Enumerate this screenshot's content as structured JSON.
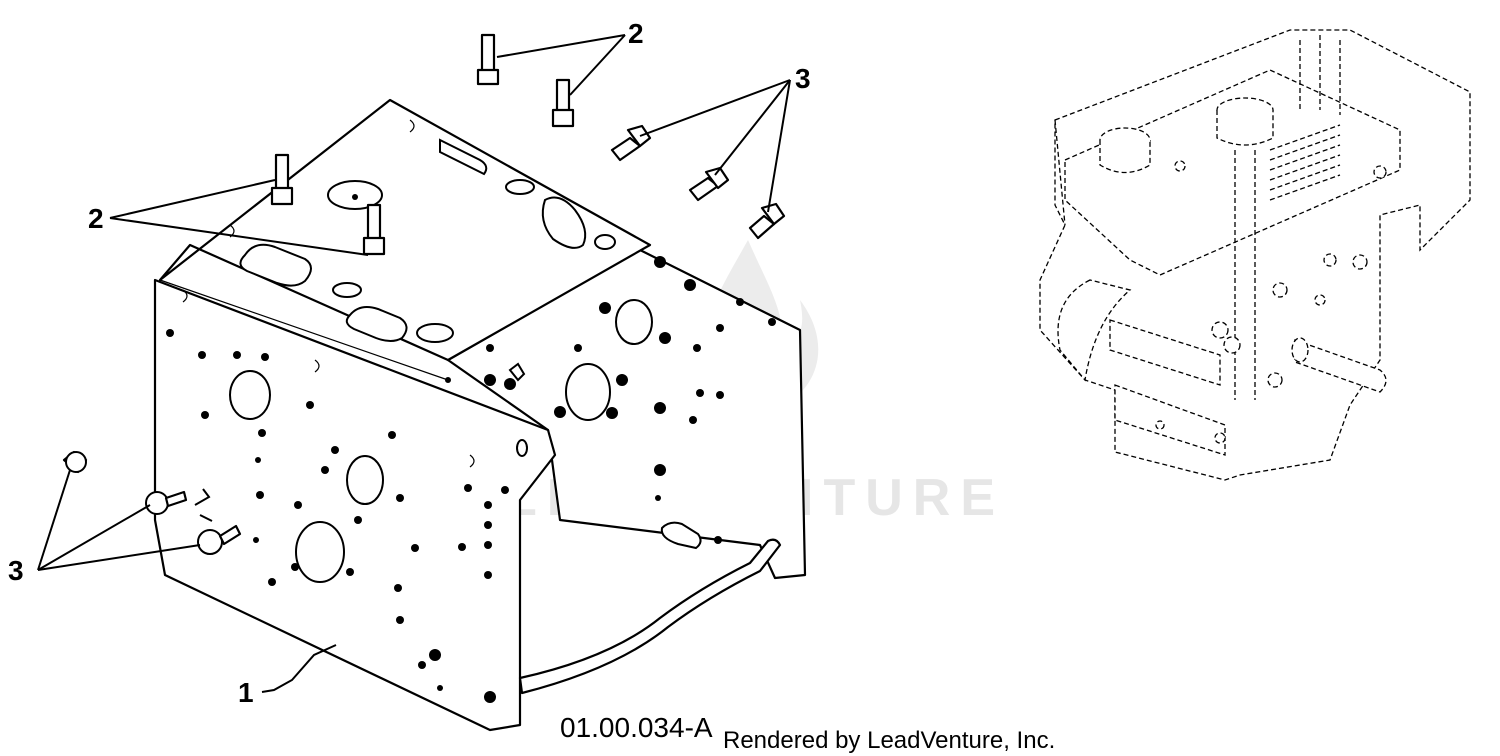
{
  "callouts": {
    "frame": "1",
    "stud": "2",
    "screw": "3"
  },
  "footer": {
    "diagram_id": "01.00.034-A",
    "credit": "Rendered by LeadVenture, Inc."
  },
  "watermark": {
    "text": "LEADVENTURE"
  },
  "colors": {
    "line": "#000000",
    "background": "#ffffff",
    "watermark": "#e6e6e6"
  },
  "icons": {
    "watermark_logo": "leadventure-flame-icon",
    "part_screw": "self-tapping-screw-icon",
    "part_stud": "threaded-stud-icon"
  }
}
